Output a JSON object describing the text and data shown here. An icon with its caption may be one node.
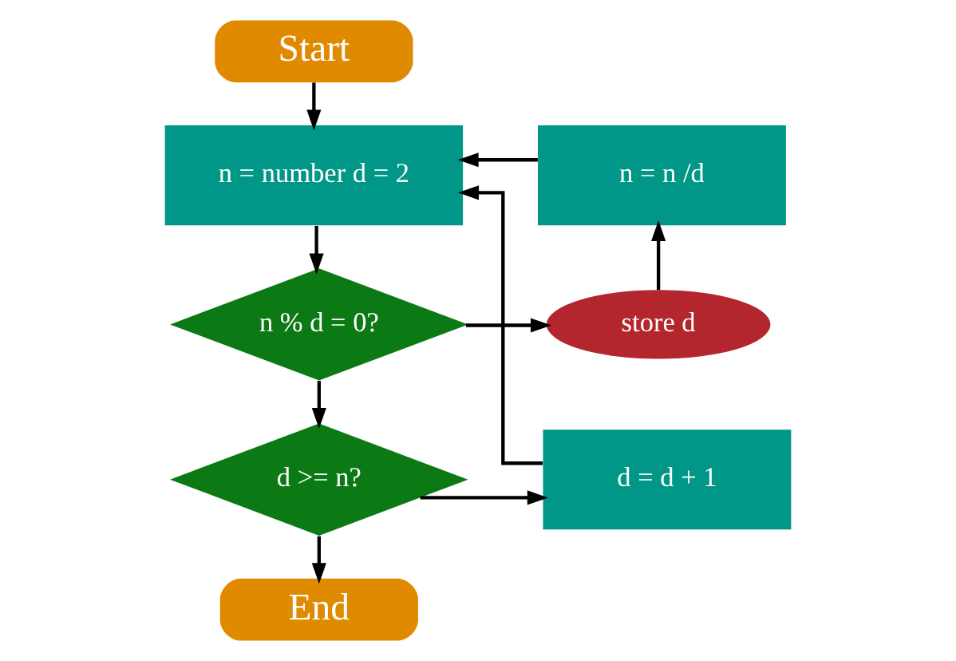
{
  "diagram": {
    "nodes": [
      {
        "text": [
          "Start"
        ]
      },
      {
        "text": [
          "n = number d = 2"
        ]
      },
      {
        "text": [
          "n % d = 0?"
        ]
      },
      {
        "text": [
          "store d"
        ]
      },
      {
        "text": [
          "n = n /d"
        ]
      },
      {
        "text": [
          "d >= n?"
        ]
      },
      {
        "text": [
          "d = d + 1"
        ]
      },
      {
        "text": [
          "End"
        ]
      }
    ],
    "edges": [
      {
        "from": 0,
        "to": 1,
        "arrow": "to"
      },
      {
        "from": 1,
        "to": 2,
        "arrow": "to"
      },
      {
        "from": 2,
        "to": 3,
        "arrow": "to"
      },
      {
        "from": 3,
        "to": 4,
        "arrow": "to"
      },
      {
        "from": 4,
        "to": 1,
        "arrow": "to"
      },
      {
        "from": 2,
        "to": 5,
        "arrow": "to"
      },
      {
        "from": 5,
        "to": 6,
        "arrow": "to"
      },
      {
        "from": 6,
        "to": 1,
        "arrow": "to"
      },
      {
        "from": 5,
        "to": 7,
        "arrow": "to"
      }
    ]
  }
}
